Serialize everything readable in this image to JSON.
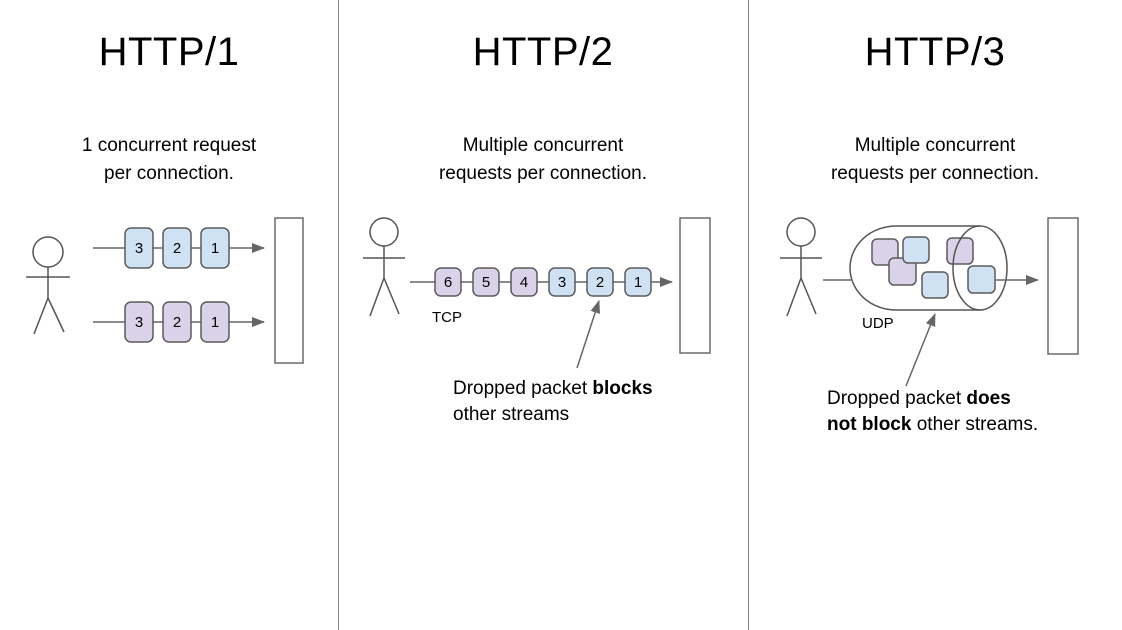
{
  "colors": {
    "packet_blue": "#cfe2f3",
    "packet_purple": "#d9d2e9",
    "line_gray": "#666666",
    "divider_gray": "#8a8a8a"
  },
  "panels": {
    "http1": {
      "title": "HTTP/1",
      "subtitle_line1": "1 concurrent request",
      "subtitle_line2": "per connection.",
      "row1_packets": [
        "3",
        "2",
        "1"
      ],
      "row2_packets": [
        "3",
        "2",
        "1"
      ]
    },
    "http2": {
      "title": "HTTP/2",
      "subtitle_line1": "Multiple concurrent",
      "subtitle_line2": "requests per connection.",
      "protocol_label": "TCP",
      "packets": [
        "6",
        "5",
        "4",
        "3",
        "2",
        "1"
      ],
      "annotation_line1_normal": "Dropped packet ",
      "annotation_line1_bold": "blocks",
      "annotation_line2": "other streams"
    },
    "http3": {
      "title": "HTTP/3",
      "subtitle_line1": "Multiple concurrent",
      "subtitle_line2": "requests per connection.",
      "protocol_label": "UDP",
      "annotation_line1_normal": "Dropped packet ",
      "annotation_line1_bold": "does",
      "annotation_line2_bold": "not block",
      "annotation_line2_normal": " other streams."
    }
  }
}
